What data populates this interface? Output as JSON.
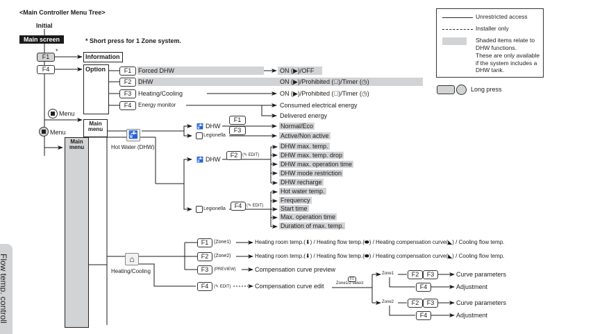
{
  "title": "<Main Controller Menu Tree>",
  "initial_label": "Initial",
  "main_screen_label": "Main screen",
  "short_press_note": "* Short press for 1 Zone system.",
  "asterisk": "*",
  "root_keys": {
    "f1": "F1",
    "f4": "F4"
  },
  "information_label": "Information",
  "option": {
    "label": "Option",
    "items": [
      {
        "key": "F1",
        "label": "Forced DHW",
        "result": "ON (▶)/OFF",
        "shaded": true
      },
      {
        "key": "F2",
        "label": "DHW",
        "result": "ON (▶)/Prohibited (⃠)/Timer (◷)",
        "shaded": true
      },
      {
        "key": "F3",
        "label": "Heating/Cooling",
        "result": "ON (▶)/Prohibited (⃠)/Timer (◷)",
        "shaded": false
      },
      {
        "key": "F4",
        "label": "Energy monitor",
        "results": [
          "Consumed electrical energy",
          "Delivered energy"
        ],
        "shaded": false
      }
    ]
  },
  "menu_buttons": [
    {
      "label": "Menu"
    },
    {
      "label": "Menu"
    }
  ],
  "main_menu_label": "Main menu",
  "hot_water": {
    "label": "Hot Water (DHW)",
    "dhw_label": "DHW",
    "legionella_label": "Legionella",
    "f1_key": "F1",
    "f1_result": "Normal/Eco",
    "f3_key": "F3",
    "f3_result": "Active/Non active",
    "f2_key": "F2",
    "f4_key": "F4",
    "edit_label": "EDIT",
    "dhw_settings": [
      "DHW max. temp.",
      "DHW max. temp. drop",
      "DHW max. operation time",
      "DHW mode restriction",
      "DHW recharge"
    ],
    "legionella_settings": [
      "Hot water temp.",
      "Frequency",
      "Start time",
      "Max. operation time",
      "Duration of max. temp."
    ]
  },
  "heating_cooling": {
    "label": "Heating/Cooling",
    "rows": [
      {
        "key": "F1",
        "tag": "(Zone1)",
        "result": "Heating room temp.(⬇) / Heating flow temp.(⬬) / Heating compensation curve(◣) / Cooling flow temp."
      },
      {
        "key": "F2",
        "tag": "(Zone2)",
        "result": "Heating room temp.(⬇) / Heating flow temp.(⬬) / Heating compensation curve(◣) / Cooling flow temp."
      },
      {
        "key": "F3",
        "tag": "(PREVIEW)",
        "result": "Compensation curve preview"
      },
      {
        "key": "F4",
        "tag": "EDIT)",
        "result": "Compensation curve edit"
      }
    ],
    "zone_select_key": "F1",
    "zone_select_label": "Zone1/2 select",
    "zones": [
      {
        "label": "Zone1",
        "keys_a": [
          "F2",
          "F3"
        ],
        "result_a": "Curve parameters",
        "key_b": "F4",
        "result_b": "Adjustment"
      },
      {
        "label": "Zone2",
        "keys_a": [
          "F2",
          "F3"
        ],
        "result_a": "Curve parameters",
        "key_b": "F4",
        "result_b": "Adjustment"
      }
    ]
  },
  "legend": {
    "solid": "Unrestricted access",
    "dashed": "Installer only",
    "shaded": "Shaded items relate to DHW functions.",
    "shaded_note": "These are only available if the system includes a DHW tank.",
    "long_press": "Long  press"
  },
  "side_tab": "Flow temp. controll",
  "colors": {
    "shade": "#d2d3d5",
    "line": "#1a1a1a",
    "header_bg": "#1a1a1a"
  }
}
